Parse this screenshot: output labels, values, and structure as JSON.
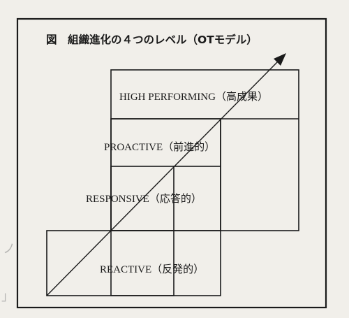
{
  "figure": {
    "title": "図　組織進化の４つのレベル（OTモデル）"
  },
  "levels": [
    {
      "name": "REACTIVE",
      "jp": "（反発的）"
    },
    {
      "name": "RESPONSIVE",
      "jp": "（応答的）"
    },
    {
      "name": "PROACTIVE",
      "jp": "（前進的）"
    },
    {
      "name": "HIGH PERFORMING",
      "jp": "（高成果）"
    }
  ],
  "background": {
    "margin_glyphs": [
      "ノ",
      "」"
    ]
  },
  "colors": {
    "ink": "#1a1a1a",
    "paper": "#f1efea",
    "bleed": "#8a8a8a"
  }
}
